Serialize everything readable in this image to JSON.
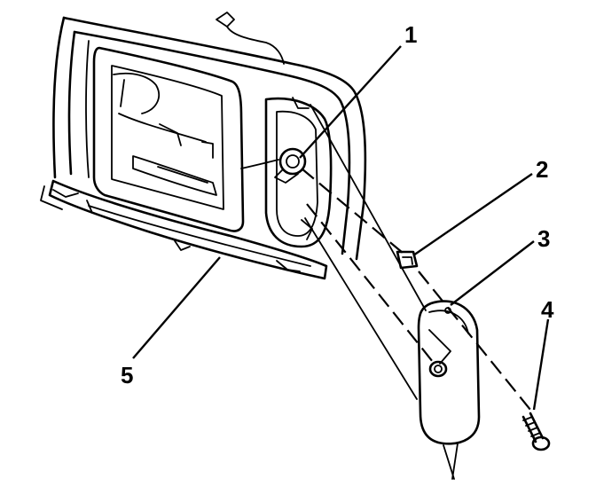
{
  "callouts": [
    {
      "id": "1",
      "label": "1",
      "part": "bulb-socket"
    },
    {
      "id": "2",
      "label": "2",
      "part": "retaining-clip"
    },
    {
      "id": "3",
      "label": "3",
      "part": "marker-lamp-lens"
    },
    {
      "id": "4",
      "label": "4",
      "part": "screw"
    },
    {
      "id": "5",
      "label": "5",
      "part": "front-fascia-assembly"
    }
  ],
  "colors": {
    "line": "#000000",
    "background": "#ffffff"
  }
}
